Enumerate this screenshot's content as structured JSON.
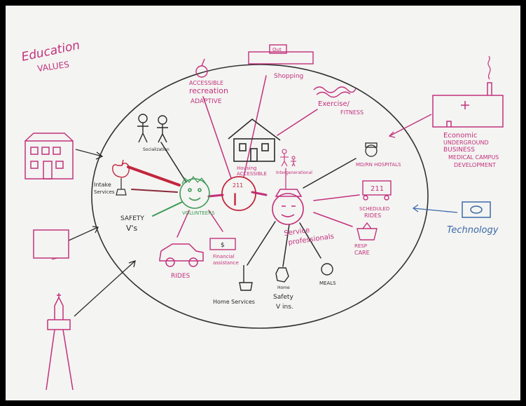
{
  "colors": {
    "magenta": "#c2317c",
    "black": "#2a2a2a",
    "green": "#3d9a55",
    "blue": "#3b6aa8",
    "red": "#c2263d",
    "paper": "#f4f4f2",
    "frame": "#000000"
  },
  "corner_note": {
    "line1": "Education",
    "line2": "VALUES"
  },
  "center_icon": {
    "top": "211",
    "letter": "I"
  },
  "labels": {
    "access": [
      "ACCESSIBLE",
      "recreation",
      "ADAPTIVE"
    ],
    "shopping": "Shopping",
    "shop_sign": "Out",
    "exercise": [
      "Exercise/",
      "FITNESS"
    ],
    "economic": [
      "Economic",
      "UNDERGROUND",
      "BUSINESS",
      "MEDICAL CAMPUS",
      "DEVELOPMENT"
    ],
    "technology": "Technology",
    "housing": [
      "Housing",
      "ACCESSIBLE"
    ],
    "intergenerational": "Intergenerational",
    "hospital": "MD/RN HOSPITALS",
    "sign_211": "211",
    "scheduled_rides": [
      "SCHEDULED",
      "RIDES"
    ],
    "socialization": "Socialization",
    "intake": [
      "Intake",
      "Services"
    ],
    "volunteers": "VOLUNTEERS",
    "safety_left": [
      "SAFETY",
      "V's"
    ],
    "service_professionals": [
      "Service",
      "professionals"
    ],
    "respite_care": [
      "RESP",
      "CARE"
    ],
    "rides": "RIDES",
    "financial_box": "$",
    "financial": [
      "Financial",
      "assistance"
    ],
    "home_services": "Home Services",
    "safety_bottom": [
      "Safety",
      "V ins."
    ],
    "home_bag": "Home",
    "meals": "MEALS"
  }
}
